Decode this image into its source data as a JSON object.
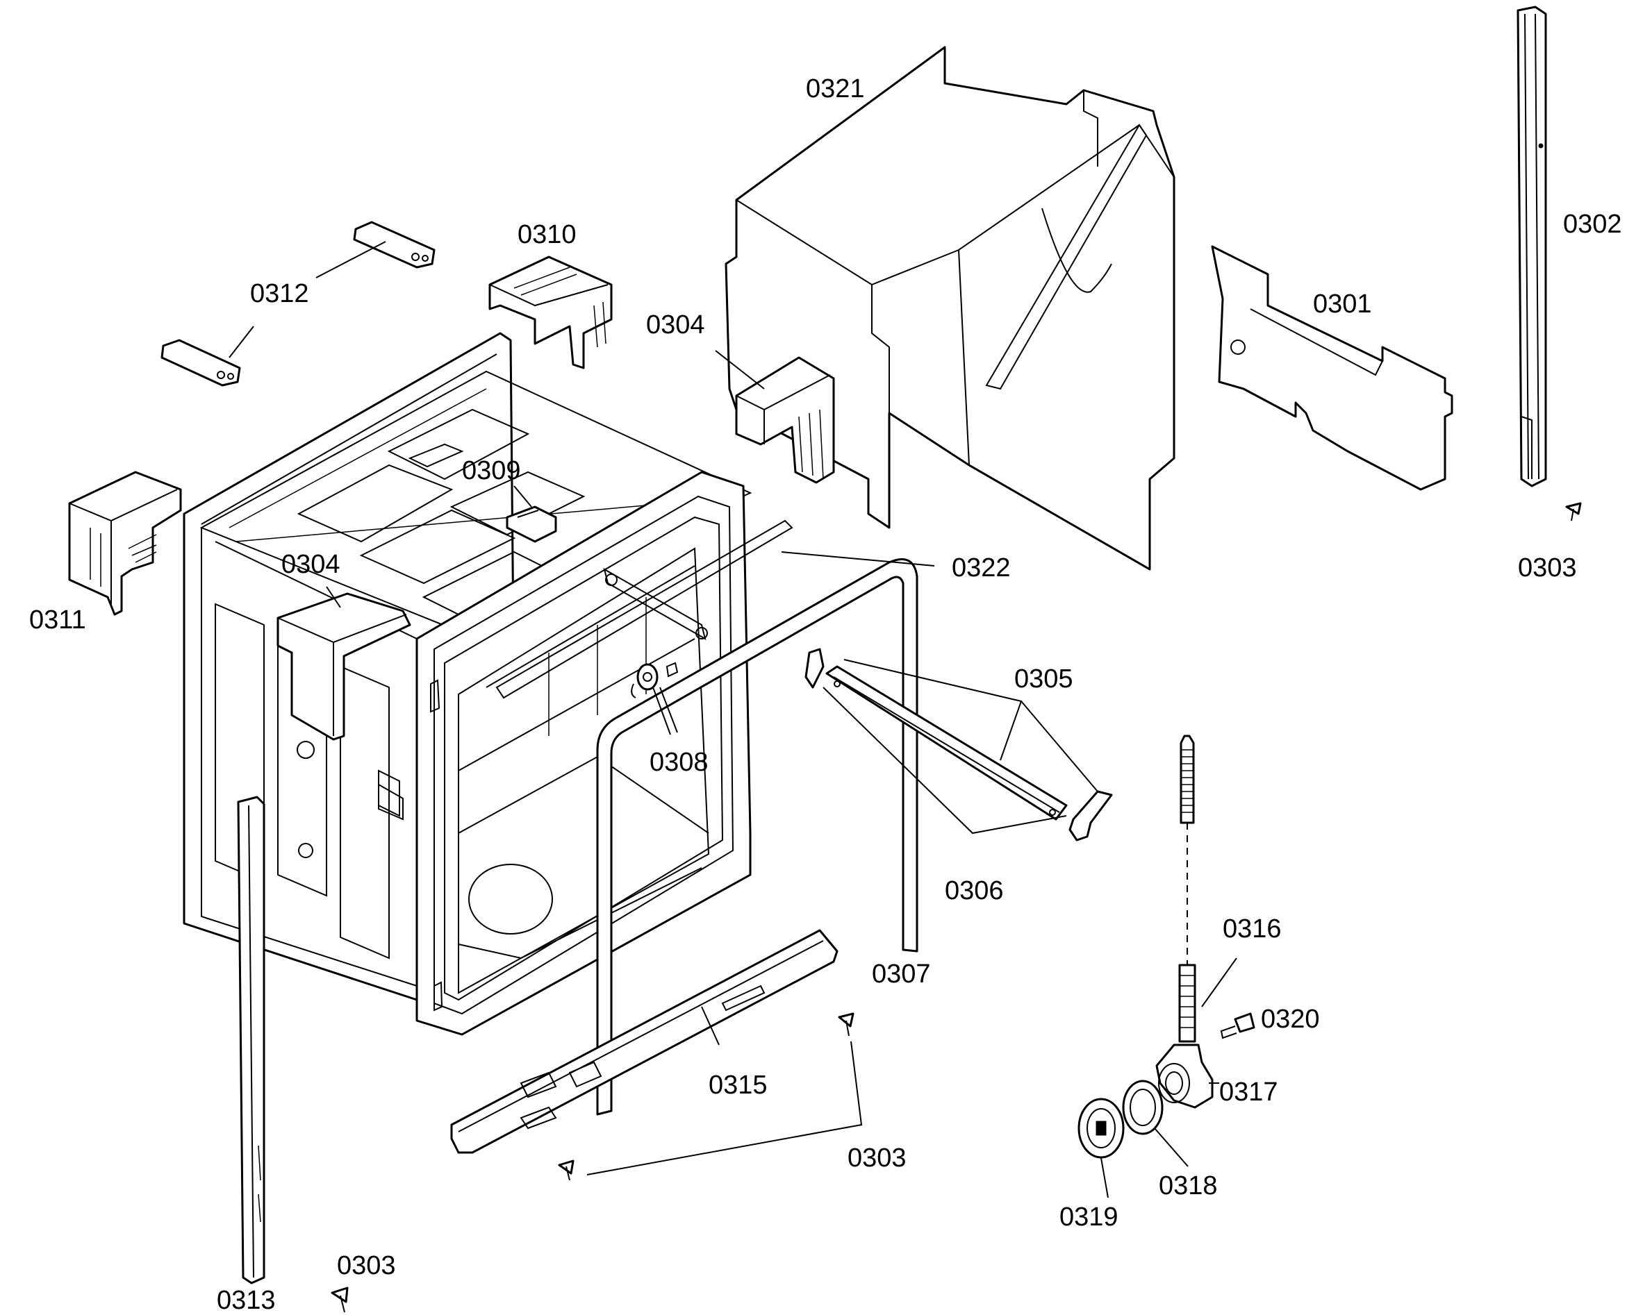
{
  "labels": {
    "l0321": "0321",
    "l0302": "0302",
    "l0310": "0310",
    "l0312": "0312",
    "l0301": "0301",
    "l0304a": "0304",
    "l0309": "0309",
    "l0322": "0322",
    "l0303a": "0303",
    "l0304b": "0304",
    "l0311": "0311",
    "l0305": "0305",
    "l0308": "0308",
    "l0306": "0306",
    "l0316": "0316",
    "l0307": "0307",
    "l0320": "0320",
    "l0315": "0315",
    "l0317": "0317",
    "l0303b": "0303",
    "l0318": "0318",
    "l0319": "0319",
    "l0303c": "0303",
    "l0313": "0313"
  }
}
